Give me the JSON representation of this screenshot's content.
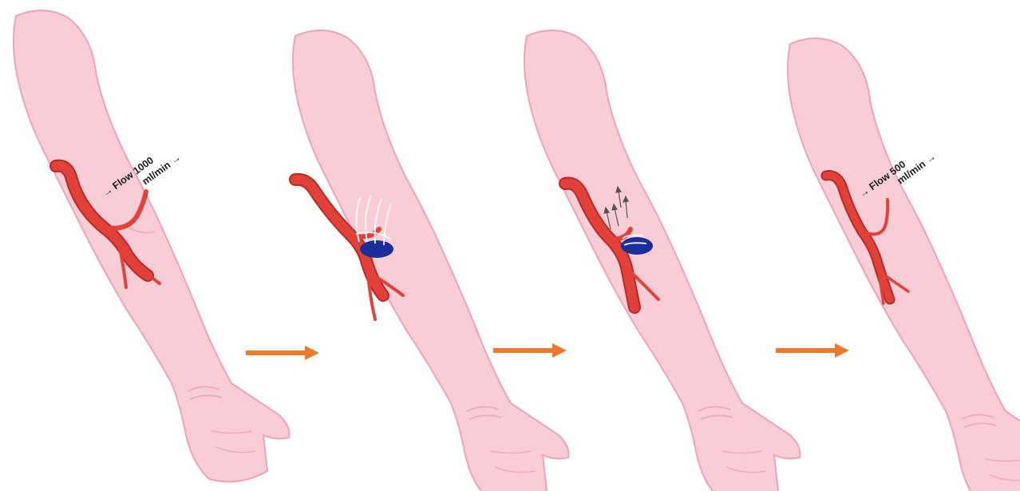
{
  "panels": [
    {
      "id": "panel-1",
      "stage": "baseline",
      "flow_line1": "→ Flow 1000",
      "flow_line2": "ml/min →"
    },
    {
      "id": "panel-2",
      "stage": "band-placement"
    },
    {
      "id": "panel-3",
      "stage": "band-tightening"
    },
    {
      "id": "panel-4",
      "stage": "reduced-flow",
      "flow_line1": "→ Flow 500",
      "flow_line2": "ml/min →"
    }
  ],
  "colors": {
    "skin": "#f8cdd6",
    "skin_outline": "#eea4b4",
    "vessel": "#e2413a",
    "vessel_dark": "#b82a26",
    "band": "#1b2f9a",
    "suture": "#ffffff",
    "step_arrow": "#ea7b2c"
  },
  "icons": [
    "step-arrow-icon",
    "flow-direction-arrow-icon"
  ]
}
